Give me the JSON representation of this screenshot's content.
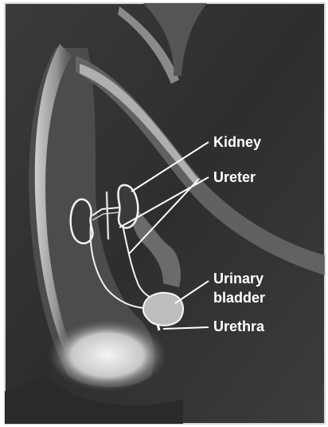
{
  "labels": {
    "kidney": "Kidney",
    "ureter": "Ureter",
    "urinary_bladder_line1": "Urinary",
    "urinary_bladder_line2": "bladder",
    "urethra": "Urethra"
  }
}
